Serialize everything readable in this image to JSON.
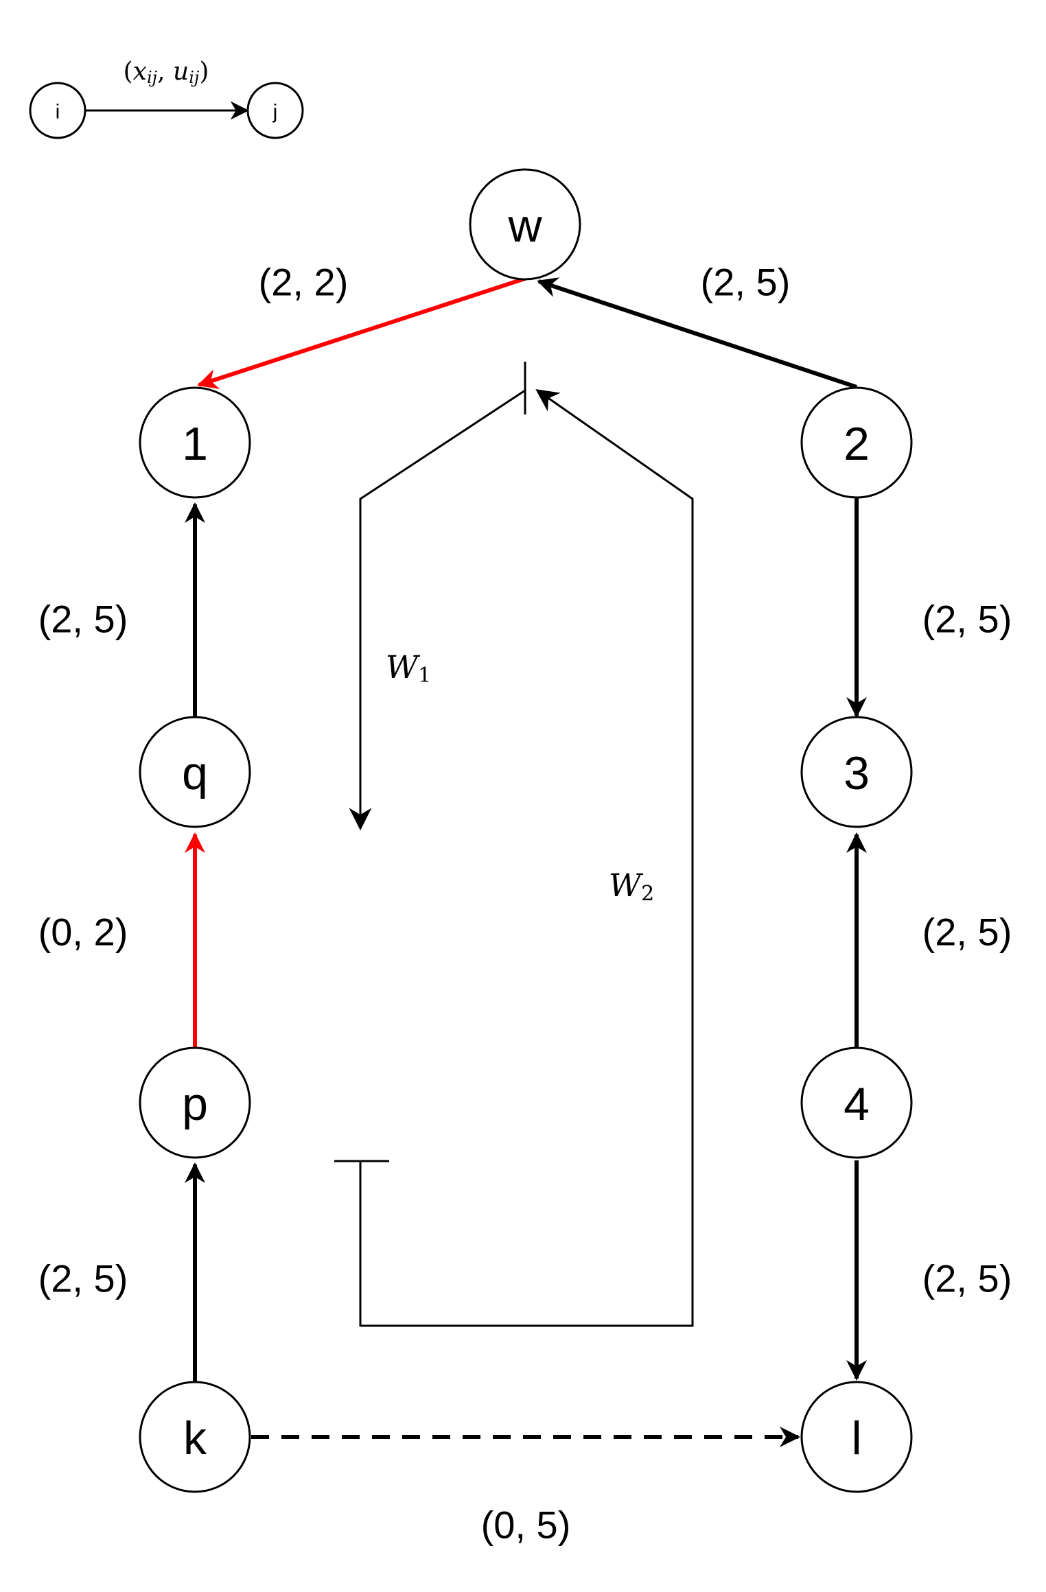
{
  "legend": {
    "tail": "i",
    "head": "j",
    "label_x": "x",
    "label_u": "u",
    "label_sub": "ij"
  },
  "nodes": {
    "w": "w",
    "n1": "1",
    "n2": "2",
    "q": "q",
    "n3": "3",
    "p": "p",
    "n4": "4",
    "k": "k",
    "l": "l"
  },
  "edges": {
    "w_1": "(2, 2)",
    "n2_w": "(2, 5)",
    "q_1": "(2, 5)",
    "n2_3": "(2, 5)",
    "p_q": "(0, 2)",
    "n4_3": "(2, 5)",
    "k_p": "(2, 5)",
    "n4_l": "(2, 5)",
    "k_l": "(0, 5)"
  },
  "cycles": {
    "w1": "W",
    "w1_sub": "1",
    "w2": "W",
    "w2_sub": "2"
  },
  "colors": {
    "highlight": "#ff0000",
    "default": "#000000"
  }
}
